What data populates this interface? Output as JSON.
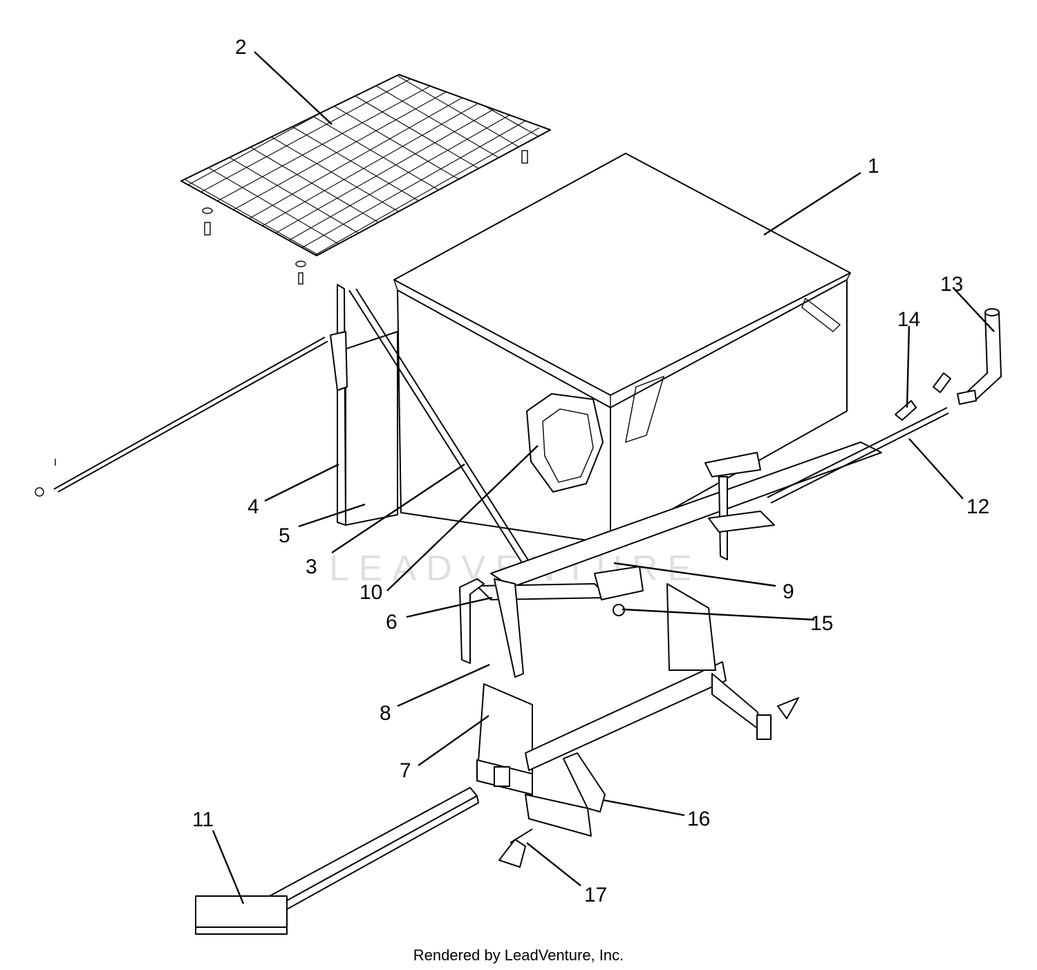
{
  "callouts": [
    {
      "id": "1",
      "label": "1"
    },
    {
      "id": "2",
      "label": "2"
    },
    {
      "id": "3",
      "label": "3"
    },
    {
      "id": "4",
      "label": "4"
    },
    {
      "id": "5",
      "label": "5"
    },
    {
      "id": "6",
      "label": "6"
    },
    {
      "id": "7",
      "label": "7"
    },
    {
      "id": "8",
      "label": "8"
    },
    {
      "id": "9",
      "label": "9"
    },
    {
      "id": "10",
      "label": "10"
    },
    {
      "id": "11",
      "label": "11"
    },
    {
      "id": "12",
      "label": "12"
    },
    {
      "id": "13",
      "label": "13"
    },
    {
      "id": "14",
      "label": "14"
    },
    {
      "id": "15",
      "label": "15"
    },
    {
      "id": "16",
      "label": "16"
    },
    {
      "id": "17",
      "label": "17"
    }
  ],
  "watermark": "LEADVENTURE",
  "footer": "Rendered by LeadVenture, Inc."
}
